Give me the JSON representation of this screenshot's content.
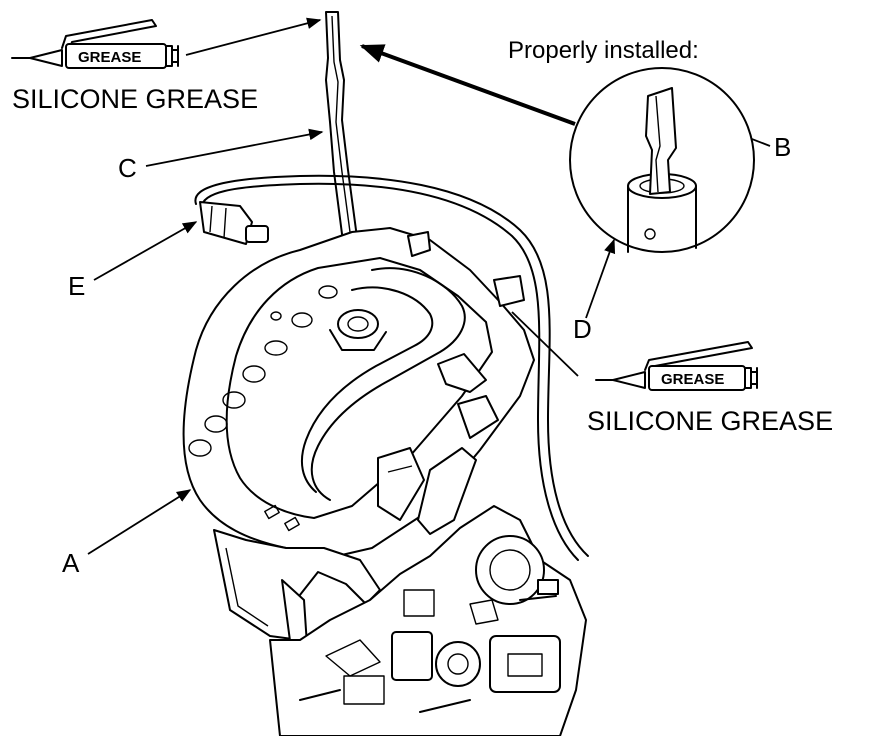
{
  "labels": {
    "grease_left": "SILICONE GREASE",
    "grease_right": "SILICONE GREASE",
    "properly_installed": "Properly installed:",
    "a": "A",
    "b": "B",
    "c": "C",
    "d": "D",
    "e": "E"
  },
  "tubes": {
    "left_text": "GREASE",
    "right_text": "GREASE"
  },
  "colors": {
    "ink": "#000000",
    "paper": "#ffffff"
  }
}
